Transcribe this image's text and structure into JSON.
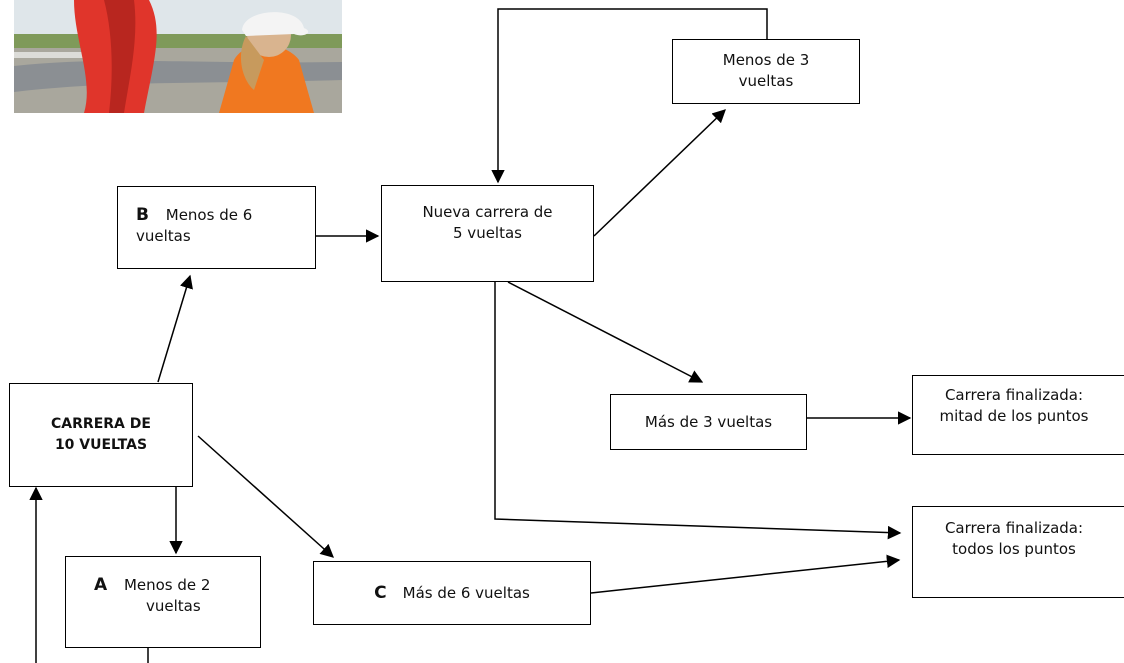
{
  "nodes": {
    "carrera10": {
      "line1": "CARRERA DE",
      "line2": "10 VUELTAS"
    },
    "menos2": {
      "letter": "A",
      "line1": "Menos de 2",
      "line2": "vueltas"
    },
    "menos6": {
      "letter": "B",
      "line1": "Menos de 6",
      "line2": "vueltas"
    },
    "mas6": {
      "letter": "C",
      "label": "Más de 6 vueltas"
    },
    "nueva5": {
      "line1": "Nueva carrera de",
      "line2": "5 vueltas"
    },
    "menos3": {
      "line1": "Menos de 3",
      "line2": "vueltas"
    },
    "mas3": {
      "label": "Más de 3 vueltas"
    },
    "fin_mitad": {
      "line1": "Carrera finalizada:",
      "line2": "mitad de los puntos"
    },
    "fin_todos": {
      "line1": "Carrera finalizada:",
      "line2": "todos los puntos"
    }
  },
  "photo": {
    "color_sky": "#dfe6ea",
    "color_flag": "#e0352b",
    "color_vest": "#f07820",
    "color_track": "#8b8f93"
  }
}
